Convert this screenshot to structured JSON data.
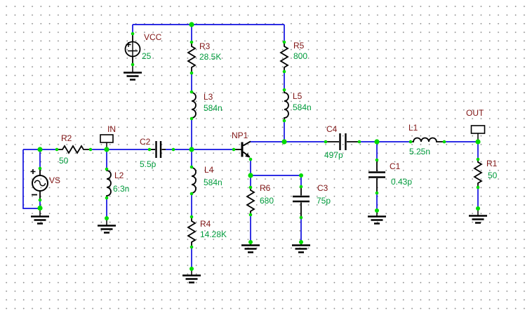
{
  "colors": {
    "background": "#ffffff",
    "grid_dot": "#8e8e8e",
    "wire": "#1010e0",
    "symbol": "#000000",
    "node_dot": "#00db00",
    "component_name": "#801515",
    "component_value": "#009b3c"
  },
  "ports": {
    "in": {
      "label": "IN"
    },
    "out": {
      "label": "OUT"
    }
  },
  "components": {
    "vcc": {
      "name": "VCC",
      "value": "25"
    },
    "vs": {
      "name": "VS"
    },
    "r2": {
      "name": "R2",
      "value": "50"
    },
    "l2": {
      "name": "L2",
      "value": "6.3n"
    },
    "c2": {
      "name": "C2",
      "value": "5.5p"
    },
    "r3": {
      "name": "R3",
      "value": "28.5K"
    },
    "l3": {
      "name": "L3",
      "value": "584n"
    },
    "l4": {
      "name": "L4",
      "value": "584n"
    },
    "r4": {
      "name": "R4",
      "value": "14.28K"
    },
    "r5": {
      "name": "R5",
      "value": "800"
    },
    "l5": {
      "name": "L5",
      "value": "584n"
    },
    "np1": {
      "name": "NP1"
    },
    "r6": {
      "name": "R6",
      "value": "680"
    },
    "c3": {
      "name": "C3",
      "value": "75p"
    },
    "c4": {
      "name": "C4",
      "value": "497p"
    },
    "c1": {
      "name": "C1",
      "value": "0.43p"
    },
    "l1": {
      "name": "L1",
      "value": "5.25n"
    },
    "r1": {
      "name": "R1",
      "value": "50"
    }
  }
}
